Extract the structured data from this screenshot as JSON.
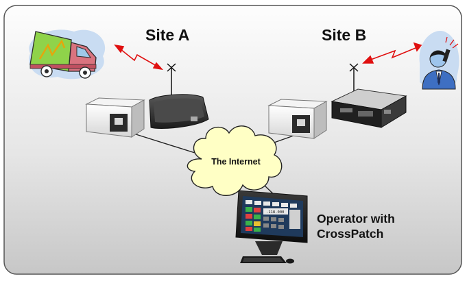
{
  "labels": {
    "site_a": "Site A",
    "site_b": "Site B",
    "cloud": "The Internet",
    "operator_line1": "Operator with",
    "operator_line2": "CrossPatch"
  },
  "screen": {
    "readout": "-118.000"
  },
  "icons": [
    "truck-radio-icon",
    "person-radio-icon",
    "antenna-icon",
    "radio-gateway-icon",
    "radio-icon",
    "cloud-icon",
    "computer-icon"
  ],
  "colors": {
    "panel_top": "#fdfdfd",
    "panel_bottom": "#c9c9c9",
    "cloud_fill": "#ffffc5",
    "signal_red": "#e01010"
  }
}
